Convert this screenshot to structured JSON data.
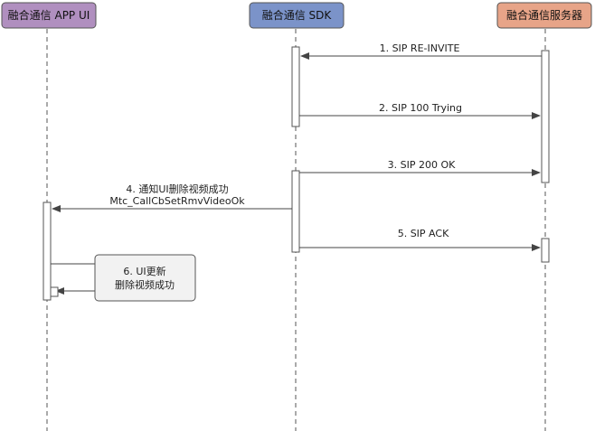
{
  "participants": {
    "app_ui": {
      "label": "融合通信 APP UI",
      "color": "#b08fbf"
    },
    "sdk": {
      "label": "融合通信 SDK",
      "color": "#7b93c9"
    },
    "server": {
      "label": "融合通信服务器",
      "color": "#e7a488"
    }
  },
  "messages": {
    "m1": "1. SIP RE-INVITE",
    "m2": "2. SIP 100 Trying",
    "m3": "3. SIP 200 OK",
    "m4_line1": "4. 通知UI删除视频成功",
    "m4_line2": "Mtc_CallCbSetRmvVideoOk",
    "m5": "5. SIP ACK"
  },
  "note": {
    "line1": "6. UI更新",
    "line2": "删除视频成功"
  }
}
